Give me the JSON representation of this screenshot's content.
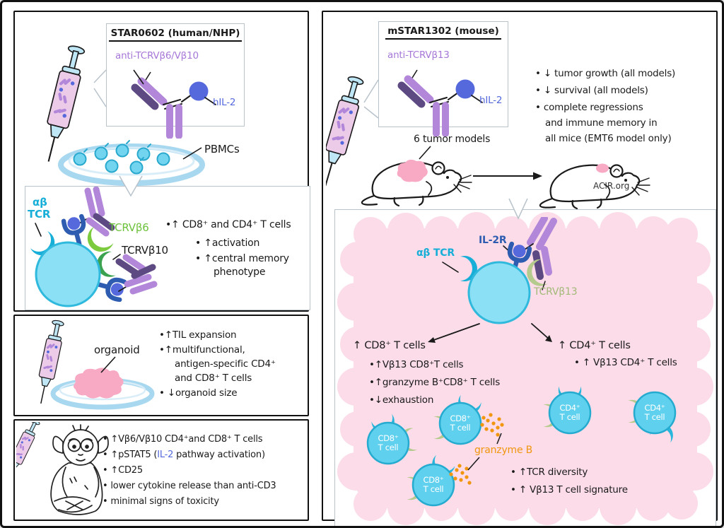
{
  "colors": {
    "purple_light": "#b287d9",
    "purple_dark": "#5e4a82",
    "il2_blue": "#5569dd",
    "receptor_blue": "#2e5cb0",
    "tcr_cyan": "#17aed8",
    "vb6_green": "#7ccb3f",
    "vb10_green": "#3ba350",
    "vb13_sage": "#b5ca8d",
    "cell_fill": "#8ce0f6",
    "pink_cloud": "#fbdce8",
    "tumor_pink": "#f8a9c3",
    "granzyme_orange": "#f2960f",
    "syringe_pink": "#eccbe9",
    "dish_blue": "#a8d8ef"
  },
  "left": {
    "star_title": "STAR0602 (human/NHP)",
    "star_anti": "anti-TCRVβ6/Vβ10",
    "star_hil2": "hIL-2",
    "pbmcs": "PBMCs",
    "cellbox": {
      "ab1": "αβ",
      "ab2": "TCR",
      "vb6": "TCRVβ6",
      "vb10": "TCRVβ10",
      "bullets": [
        "•↑ CD8⁺ and CD4⁺ T cells",
        "• ↑activation",
        "• ↑central memory",
        "phenotype"
      ]
    },
    "organoid": {
      "label": "organoid",
      "bullets": [
        "•↑TIL expansion",
        "•↑multifunctional,",
        "antigen-specific CD4⁺",
        "and CD8⁺ T cells",
        "• ↓organoid size"
      ]
    },
    "monkey": {
      "b1": "• ↑Vβ6/Vβ10 CD4⁺and CD8⁺ T cells",
      "b2_pre": "• ↑pSTAT5 (",
      "b2_il2": "IL-2",
      "b2_post": " pathway activation)",
      "b3": "• ↑CD25",
      "b4": "• lower cytokine release than anti-CD3",
      "b5": "• minimal signs of toxicity"
    }
  },
  "right": {
    "star_title": "mSTAR1302 (mouse)",
    "star_anti": "anti-TCRVβ13",
    "star_hil2": "hIL-2",
    "tumor_models": "6 tumor models",
    "acir": "ACIR.org",
    "top_bullets": [
      "• ↓ tumor growth (all models)",
      "• ↓ survival (all models)",
      "• complete regressions",
      "and immune memory in",
      "all mice (EMT6 model only)"
    ],
    "pink": {
      "ab_tcr": "αβ TCR",
      "il2r": "IL-2R",
      "vb13": "TCRVβ13",
      "cd8_header": "↑ CD8⁺ T cells",
      "cd8_bullets": [
        "•↑Vβ13 CD8⁺T cells",
        "•↑granzyme B⁺CD8⁺ T cells",
        "•↓exhaustion"
      ],
      "cd4_header": "↑ CD4⁺ T cells",
      "cd4_bullet": "• ↑ Vβ13 CD4⁺ T cells",
      "granzyme": "granzyme B",
      "bottom_bullets": [
        "• ↑TCR diversity",
        "• ↑ Vβ13 T cell signature"
      ],
      "cd8_cell": {
        "l1": "CD8⁺",
        "l2": "T cell"
      },
      "cd4_cell": {
        "l1": "CD4⁺",
        "l2": "T cell"
      }
    }
  }
}
